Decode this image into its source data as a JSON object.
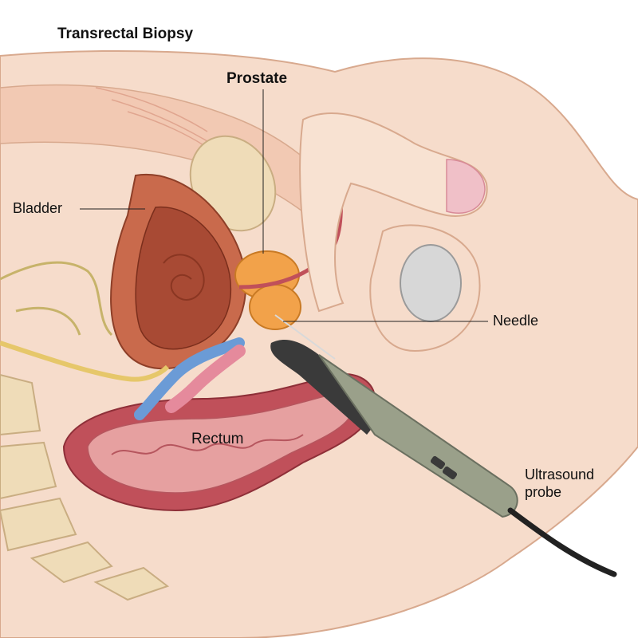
{
  "title": "Transrectal Biopsy",
  "labels": {
    "prostate": "Prostate",
    "bladder": "Bladder",
    "needle": "Needle",
    "rectum": "Rectum",
    "ultrasound_probe_line1": "Ultrasound",
    "ultrasound_probe_line2": "probe"
  },
  "colors": {
    "skin": "#f6dccb",
    "skin_outline": "#d8a98e",
    "tissue": "#f2c9b3",
    "bladder_wall": "#c96a4c",
    "bladder_inner": "#a84a34",
    "prostate": "#f2a24a",
    "rectum": "#c0505a",
    "rectum_inner": "#e6a0a0",
    "bone": "#efdcb8",
    "vein": "#6b9bd6",
    "vessel_pink": "#e58a9c",
    "urethra": "#e8a0a8",
    "testis": "#d7d7d7",
    "probe_metal": "#9aa08a",
    "probe_dark": "#3a3a3a",
    "cable": "#222222",
    "ureter": "#e6c76a"
  }
}
